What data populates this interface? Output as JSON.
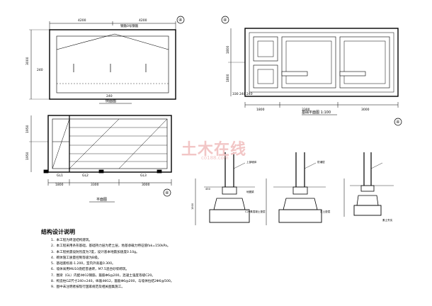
{
  "drawings": {
    "top_plan": {
      "caption": "侧面图",
      "marker": "④",
      "dims": {
        "left": "4200",
        "right": "4200",
        "height": "3000",
        "side": "240",
        "bottom": "240"
      },
      "note": "钢筋0号钢筋"
    },
    "bottom_plan": {
      "caption": "平面图",
      "marker": "④",
      "dims": {
        "d1": "1800",
        "d2": "3300",
        "d3": "3000",
        "h1": "1950",
        "h2": "1950"
      },
      "labels": [
        "GL1",
        "GL2",
        "GL3"
      ]
    },
    "foundation_plan": {
      "caption": "基础平面图 1:100",
      "marker": "④",
      "dims": {
        "d1": "1800",
        "d2": "3300",
        "d3": "3000",
        "h1": "1800",
        "h2": "1800",
        "small": "330 240 240"
      }
    },
    "sections": {
      "labels": [
        "上部墙体",
        "地圈梁",
        "C20素混凝土垫层",
        "防潮层",
        "灰土垫层",
        "素土夯实"
      ],
      "dims": [
        "1900",
        "450"
      ]
    }
  },
  "notes": {
    "title": "结构设计说明",
    "lines": [
      "1．本工程为砖混结构建筑。",
      "2．本工程采用条形基础，基础持力层为老土层，地基承载力特征值fak=150kPa。",
      "3．本工程抗震设防烈度为7度，设计基本地震加速度0.10g。",
      "4．砌体施工质量控制等级为B级。",
      "5．基础底标高-1.200，室内外高差0.300。",
      "6．墙体采用MU10烧结普通砖，M7.5混合砂浆砌筑。",
      "7．圈梁（GL）内配4Φ12钢筋，箍筋Φ6@200，混凝土强度等级C20。",
      "8．构造柱GZ尺寸240×240，纵筋4Φ12，箍筋Φ6@200，与墙体拉结2Φ6@500。",
      "9．图中未注明者按现行国家规范及相关图集施工。"
    ]
  },
  "watermark": {
    "main": "土木在线",
    "sub": "co188.com"
  }
}
